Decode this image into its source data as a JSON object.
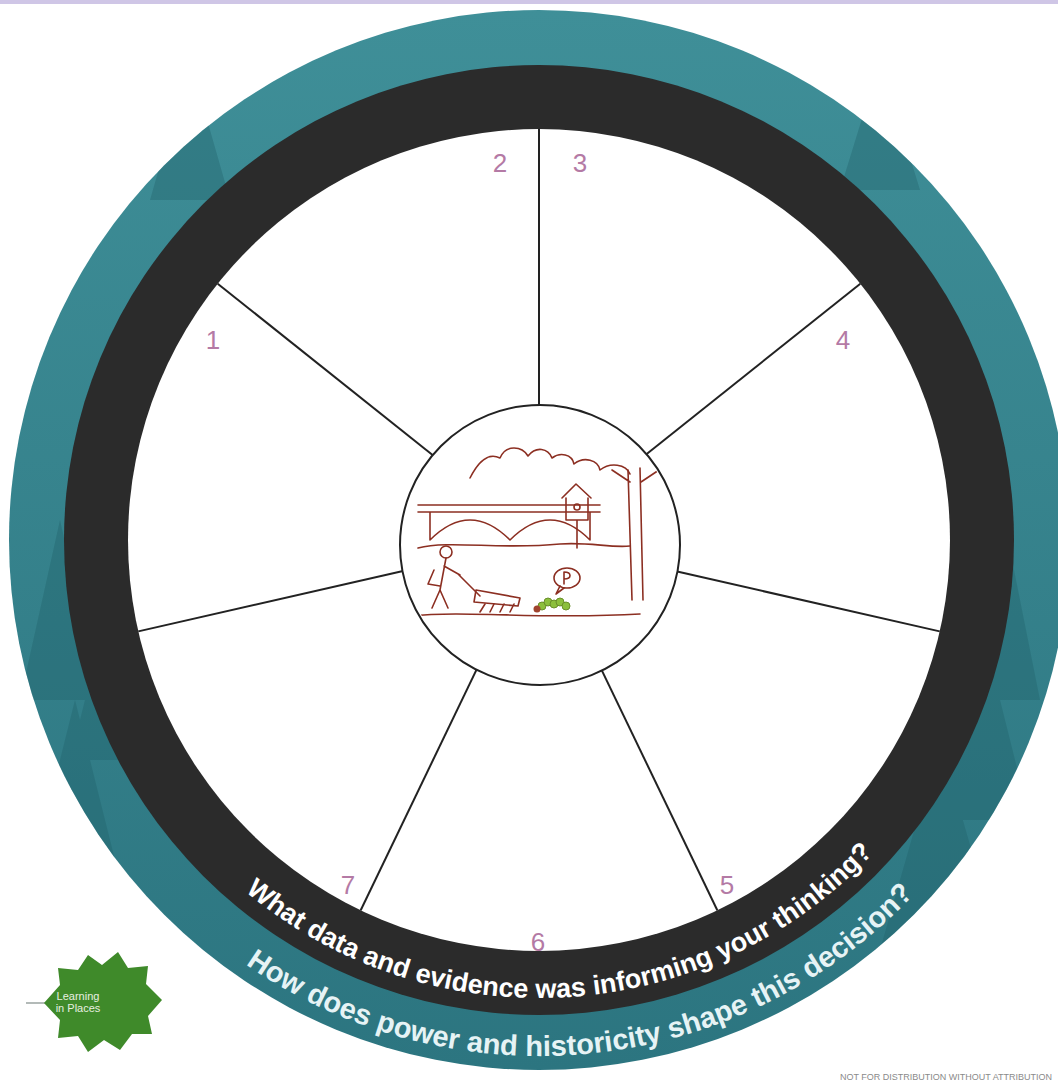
{
  "diagram": {
    "labels": [
      "1",
      "2",
      "3",
      "4",
      "5",
      "6",
      "7",
      "What data and evidence was informing your thinking?",
      "How does power and historicity shape this decision?",
      "Learning in Places",
      "NOT FOR DISTRIBUTION WITHOUT ATTRIBUTION"
    ]
  }
}
